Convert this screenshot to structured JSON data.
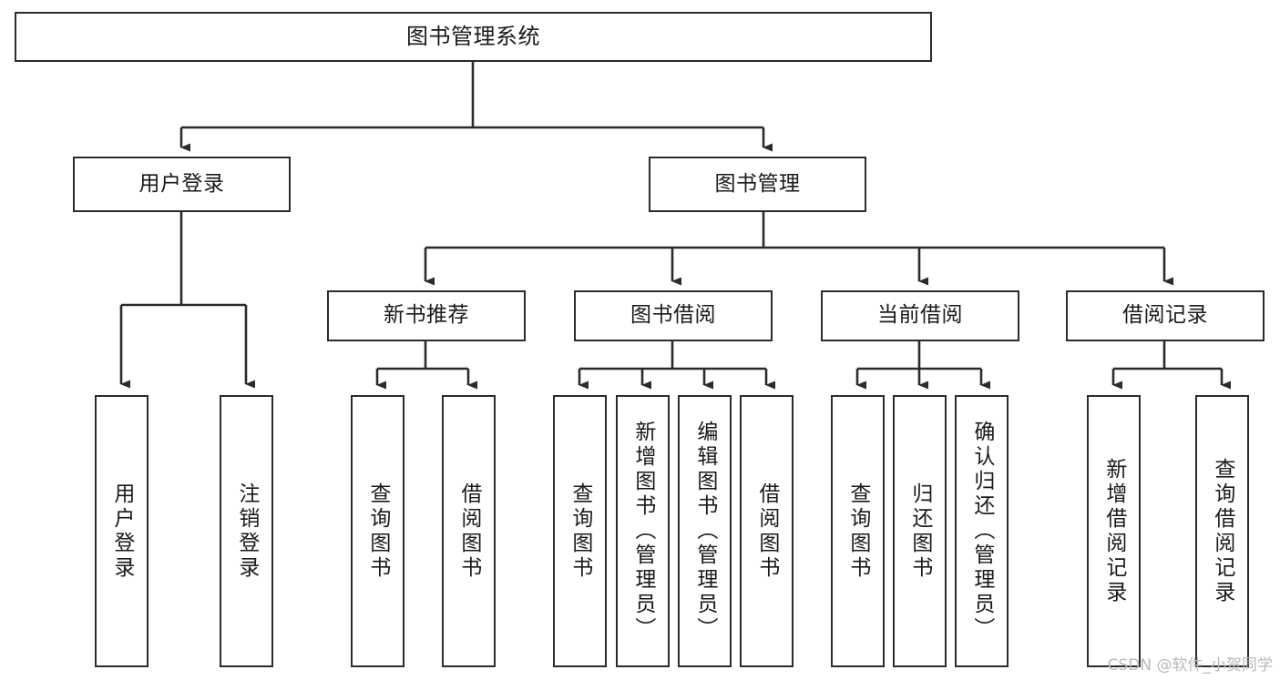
{
  "diagram": {
    "title": "图书管理系统",
    "watermark": "CSDN @软件_小贺同学",
    "line_color": "#2b2b2b",
    "box_fill": "#ffffff",
    "text_color": "#1a1a1a",
    "background": "#ffffff"
  },
  "nodes": {
    "root": {
      "label": "图书管理系统"
    },
    "level2": [
      {
        "label": "用户登录"
      },
      {
        "label": "图书管理"
      }
    ],
    "level3": [
      {
        "label": "新书推荐"
      },
      {
        "label": "图书借阅"
      },
      {
        "label": "当前借阅"
      },
      {
        "label": "借阅记录"
      }
    ],
    "leaves": {
      "user_login": [
        {
          "label": "用户登录"
        },
        {
          "label": "注销登录"
        }
      ],
      "new_book": [
        {
          "label": "查询图书"
        },
        {
          "label": "借阅图书"
        }
      ],
      "book_borrow": [
        {
          "label": "查询图书"
        },
        {
          "label": "新增图书（管理员）"
        },
        {
          "label": "编辑图书（管理员）"
        },
        {
          "label": "借阅图书"
        }
      ],
      "current_borrow": [
        {
          "label": "查询图书"
        },
        {
          "label": "归还图书"
        },
        {
          "label": "确认归还（管理员）"
        }
      ],
      "borrow_record": [
        {
          "label": "新增借阅记录"
        },
        {
          "label": "查询借阅记录"
        }
      ]
    }
  }
}
